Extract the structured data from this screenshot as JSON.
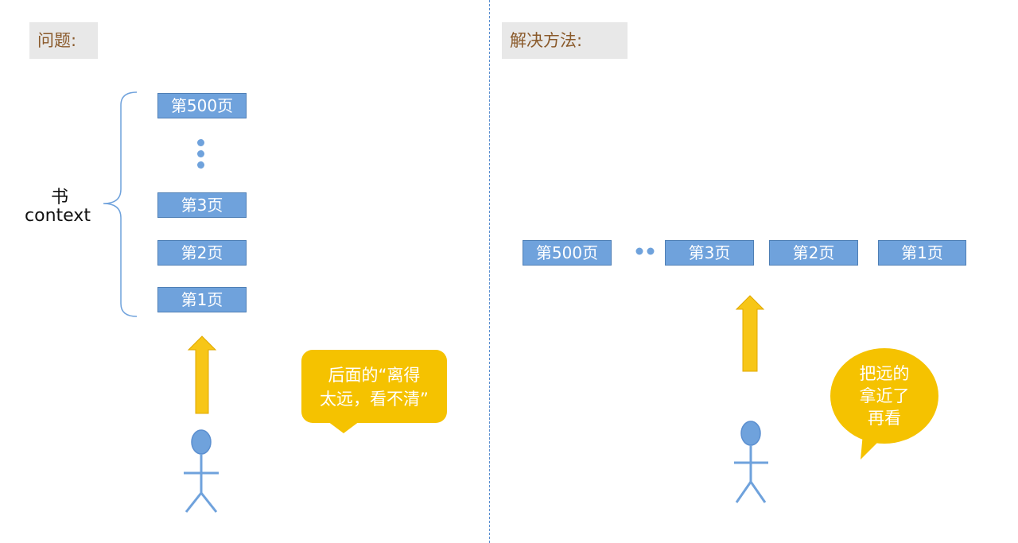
{
  "left_panel": {
    "heading": "问题:",
    "book_label": "书",
    "context_label": "context",
    "pages": [
      "第500页",
      "第3页",
      "第2页",
      "第1页"
    ],
    "speech_line1": "后面的“离得",
    "speech_line2": "太远，看不清”"
  },
  "right_panel": {
    "heading": "解决方法:",
    "pages": [
      "第500页",
      "第3页",
      "第2页",
      "第1页"
    ],
    "speech_line1": "把远的",
    "speech_line2": "拿近了",
    "speech_line3": "再看"
  },
  "colors": {
    "box_fill": "#6fa2dc",
    "arrow_fill": "#f7c617",
    "bubble_fill": "#f5c200",
    "heading_text": "#8a5a2b",
    "figure_stroke": "#6fa2dc"
  },
  "icons": [
    "person-figure-icon",
    "up-arrow-icon",
    "speech-bubble-icon",
    "curly-brace-icon"
  ]
}
